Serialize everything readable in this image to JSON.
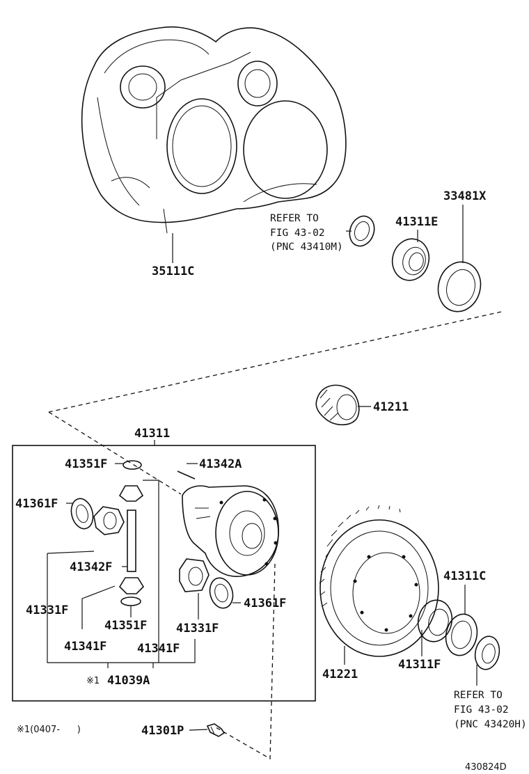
{
  "labels": {
    "p35111C": "35111C",
    "p41311E": "41311E",
    "p33481X": "33481X",
    "p41211": "41211",
    "p41311": "41311",
    "p41351F_top": "41351F",
    "p41342A": "41342A",
    "p41361F_left": "41361F",
    "p41342F": "41342F",
    "p41331F_left": "41331F",
    "p41351F_bottom": "41351F",
    "p41331F_right": "41331F",
    "p41361F_right": "41361F",
    "p41341F_left": "41341F",
    "p41341F_right": "41341F",
    "p41039A": "41039A",
    "note_mark": "※1",
    "p41301P": "41301P",
    "p41311C": "41311C",
    "p41221": "41221",
    "p41311F": "41311F"
  },
  "refer_top": [
    "REFER TO",
    "FIG 43-02",
    "(PNC 43410M)"
  ],
  "refer_bottom": [
    "REFER TO",
    "FIG 43-02",
    "(PNC 43420H)"
  ],
  "footnote": "※1(0407-      )",
  "figure_code": "430824D"
}
